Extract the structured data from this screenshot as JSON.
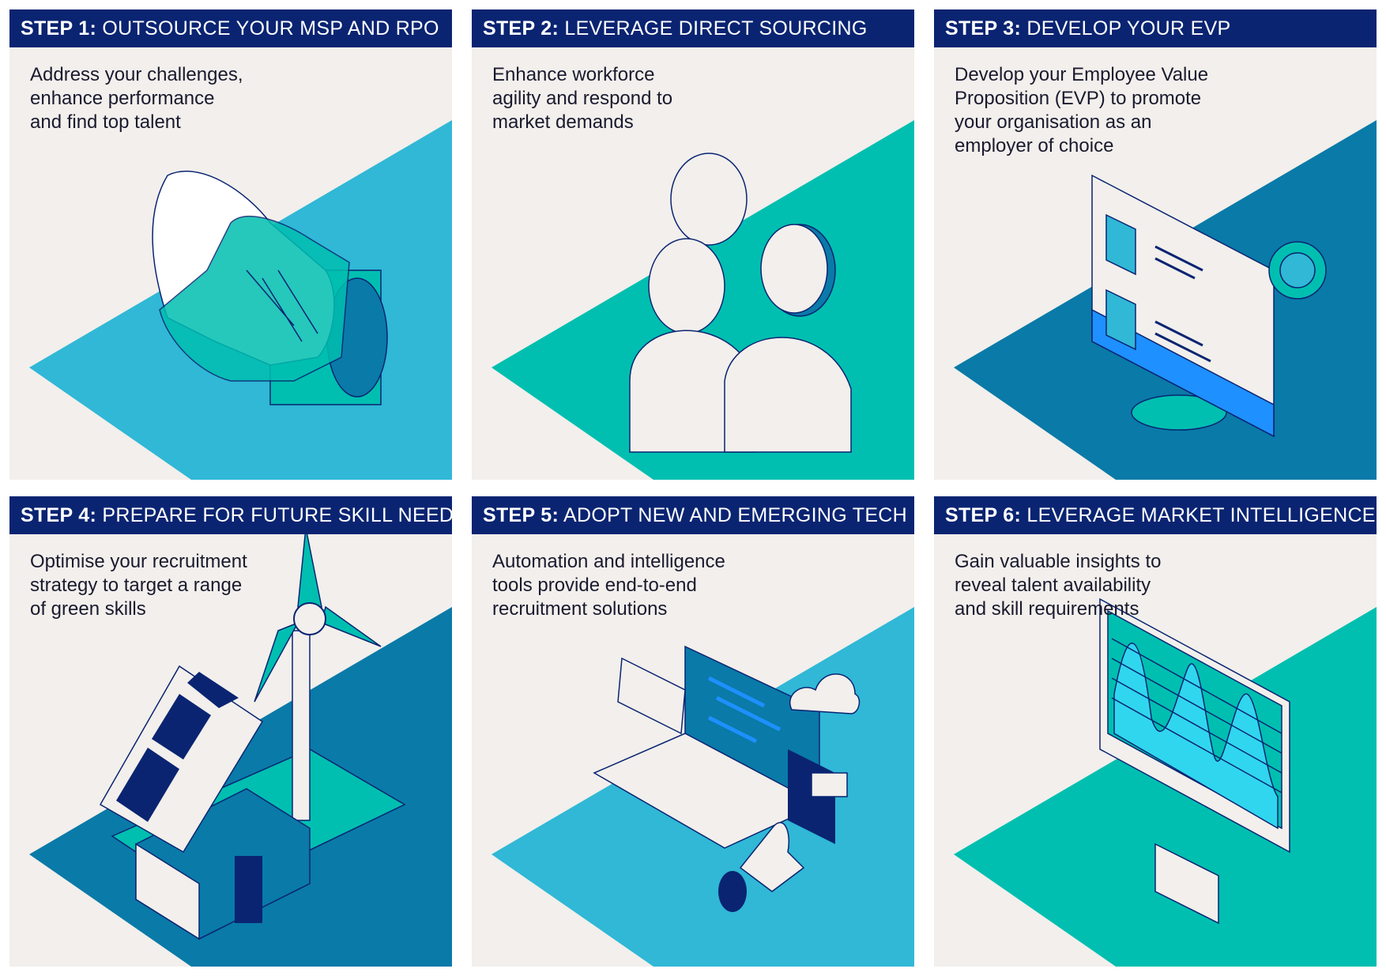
{
  "steps": [
    {
      "step": "STEP 1:",
      "title": "OUTSOURCE YOUR MSP AND RPO",
      "desc": "Address your challenges,\nenhance performance\nand find top talent",
      "illustration": "handshake-icon"
    },
    {
      "step": "STEP 2:",
      "title": "LEVERAGE DIRECT SOURCING",
      "desc": "Enhance workforce\nagility and respond to\nmarket demands",
      "illustration": "people-group-icon"
    },
    {
      "step": "STEP 3:",
      "title": "DEVELOP YOUR EVP",
      "desc": "Develop your Employee Value\nProposition (EVP) to promote\nyour organisation as an\nemployer of choice",
      "illustration": "monitor-profile-badge-icon"
    },
    {
      "step": "STEP 4:",
      "title": "PREPARE FOR FUTURE SKILL NEEDS",
      "desc": "Optimise your recruitment\nstrategy to target a range\nof green skills",
      "illustration": "green-house-solar-wind-icon"
    },
    {
      "step": "STEP 5:",
      "title": "ADOPT NEW AND EMERGING TECH",
      "desc": "Automation and intelligence\ntools provide end-to-end\nrecruitment solutions",
      "illustration": "laptop-cloud-automation-icon"
    },
    {
      "step": "STEP 6:",
      "title": "LEVERAGE MARKET INTELLIGENCE",
      "desc": "Gain valuable insights to\nreveal talent availability\nand skill requirements",
      "illustration": "monitor-chart-icon"
    }
  ],
  "colors": {
    "header_bg": "#0a2472",
    "panel_bg": "#f2efec",
    "light_blue": "#30b8d6",
    "teal": "#00bfb0",
    "dark_blue": "#0a7aa8",
    "navy": "#0a2472"
  }
}
